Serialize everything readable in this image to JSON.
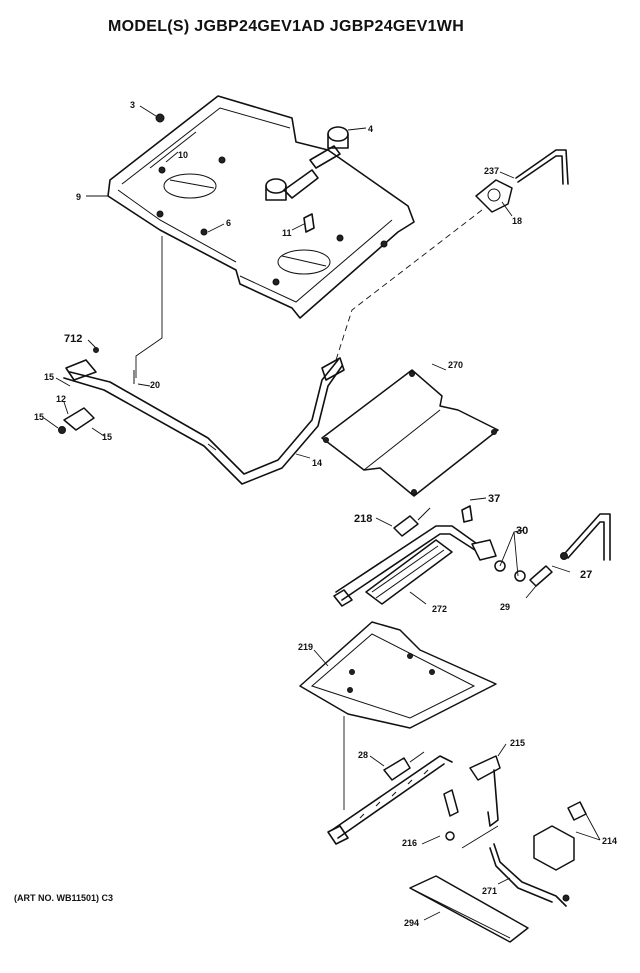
{
  "header": {
    "title": "MODEL(S) JGBP24GEV1AD  JGBP24GEV1WH"
  },
  "footer": {
    "art_no": "(ART NO. WB11501) C3"
  },
  "callouts": {
    "c3": "3",
    "c4": "4",
    "c10": "10",
    "c9": "9",
    "c6": "6",
    "c11": "11",
    "c237": "237",
    "c18": "18",
    "c712": "712",
    "c15a": "15",
    "c12": "12",
    "c15b": "15",
    "c15c": "15",
    "c20": "20",
    "c14": "14",
    "c270": "270",
    "c37": "37",
    "c218": "218",
    "c30": "30",
    "c27": "27",
    "c29": "29",
    "c272": "272",
    "c219": "219",
    "c28": "28",
    "c215": "215",
    "c216": "216",
    "c214": "214",
    "c271": "271",
    "c294": "294"
  }
}
